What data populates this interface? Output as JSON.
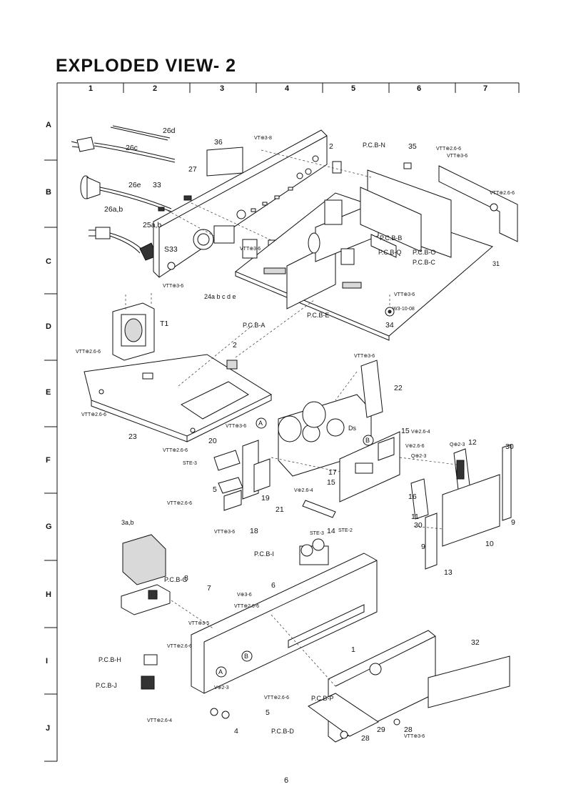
{
  "page": {
    "title": "EXPLODED VIEW- 2",
    "page_number": "6"
  },
  "grid": {
    "columns": [
      "1",
      "2",
      "3",
      "4",
      "5",
      "6",
      "7"
    ],
    "rows": [
      "A",
      "B",
      "C",
      "D",
      "E",
      "F",
      "G",
      "H",
      "I",
      "J"
    ]
  },
  "labels": {
    "p26d": "26d",
    "p26c": "26c",
    "p26e": "26e",
    "p26ab": "26a,b",
    "p36": "36",
    "p27": "27",
    "p33": "33",
    "p25ab": "25a,b",
    "s33": "S33",
    "vt38": "VT⊕3-8",
    "p2a": "2",
    "pcbn": "P.C.B-N",
    "p35": "35",
    "vtt266_a": "VTT⊕2.6-6",
    "vtt36_a": "VTT⊕3-6",
    "vtt266_b": "VTT⊕2.6-6",
    "pcbb": "P.C.B-B",
    "pcbq": "P.C.B-Q",
    "pcbo": "P.C.B-O",
    "pcbc": "P.C.B-C",
    "p31": "31",
    "vtt36_b": "VTT⊕3-6",
    "vtt36_c": "VTT⊕3-6",
    "p24": "24a b c d e",
    "vtt36_d": "VTT⊕3-6",
    "w3": "W3-10-08",
    "t1": "T1",
    "pcba": "P.C.B-A",
    "pcbe": "P.C.B-E",
    "p34": "34",
    "vtt266_c": "VTT⊕2.6-6",
    "p2b": "2",
    "vtt36_e": "VTT⊕3-6",
    "p22": "22",
    "vtt266_d": "VTT⊕2.6-6",
    "p23": "23",
    "vtt266_e": "VTT⊕2.6-6",
    "vtt36_f": "VTT⊕3-6",
    "ds": "Ds",
    "p15a": "15",
    "v264": "V⊕2.6-4",
    "v266": "V⊕2.6-6",
    "q23a": "Q⊕2-3",
    "q23b": "Q⊕2-3",
    "p12": "12",
    "p30a": "30",
    "p20": "20",
    "ste3a": "STE-3",
    "p17": "17",
    "p15b": "15",
    "p5a": "5",
    "v264b": "V⊕2.6-4",
    "p16": "16",
    "vtt266_f": "VTT⊕2.6-6",
    "p19": "19",
    "p21": "21",
    "p11": "11",
    "p30b": "30",
    "p9a": "9",
    "p9b": "9",
    "p10": "10",
    "vtt36_g": "VTT⊕3-6",
    "p18": "18",
    "ste3b": "STE-3",
    "p14": "14",
    "ste2": "STE-2",
    "p3ab": "3a,b",
    "pcbg": "P.C.B-G",
    "pcbi": "P.C.B-I",
    "p13": "13",
    "p8": "8",
    "p7": "7",
    "v36": "V⊕3-6",
    "p6": "6",
    "vtt266_g": "VTT⊕2.6-6",
    "vtt35": "VTT⊕3-5",
    "vtt266_h": "VTT⊕2.6-6",
    "p1": "1",
    "p32": "32",
    "pcbh": "P.C.B-H",
    "pcbj": "P.C.B-J",
    "v23": "V⊕2-3",
    "vtt266_i": "VTT⊕2.6-6",
    "pcbp": "P.C.B-P",
    "vtt264": "VTT⊕2.6-4",
    "p5b": "5",
    "p4": "4",
    "pcbd": "P.C.B-D",
    "p28a": "28",
    "p29": "29",
    "p28b": "28",
    "vtt36_h": "VTT⊕3-6",
    "markA1": "A",
    "markA2": "A",
    "markB1": "B",
    "markB2": "B"
  }
}
